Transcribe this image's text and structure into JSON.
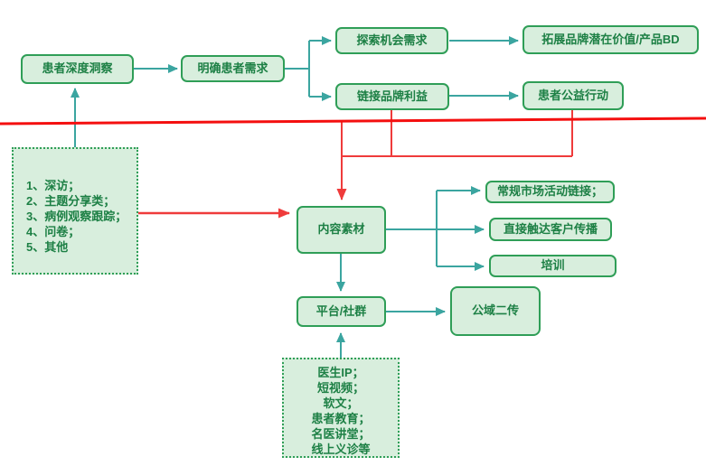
{
  "diagram": {
    "boxes": {
      "patient_insight": {
        "label": "患者深度洞察"
      },
      "clarify_needs": {
        "label": "明确患者需求"
      },
      "explore_opportunity": {
        "label": "探索机会需求"
      },
      "expand_brand_value": {
        "label": "拓展品牌潜在价值/产品BD"
      },
      "link_brand_benefit": {
        "label": "链接品牌利益"
      },
      "patient_welfare_action": {
        "label": "患者公益行动"
      },
      "content_material": {
        "label": "内容素材"
      },
      "market_activity_link": {
        "label": "常规市场活动链接；"
      },
      "direct_customer_reach": {
        "label": "直接触达客户传播"
      },
      "training": {
        "label": "培训"
      },
      "platform_community": {
        "label": "平台/社群"
      },
      "public_domain_repost": {
        "label": "公域二传"
      }
    },
    "notes": {
      "research_methods": {
        "lines": [
          "1、深访；",
          "2、主题分享类；",
          "3、病例观察跟踪；",
          "4、问卷；",
          "5、其他"
        ]
      },
      "content_forms": {
        "lines": [
          "医生IP；",
          "短视频；",
          "软文；",
          "患者教育；",
          "名医讲堂；",
          "线上义诊等"
        ]
      }
    },
    "colors": {
      "box_fill": "#d8eedd",
      "box_border": "#2f9e57",
      "box_text": "#1d8045",
      "teal_connector": "#3ba5a0",
      "red_connector": "#ef3b3b",
      "red_divider": "#f40f0f"
    }
  }
}
